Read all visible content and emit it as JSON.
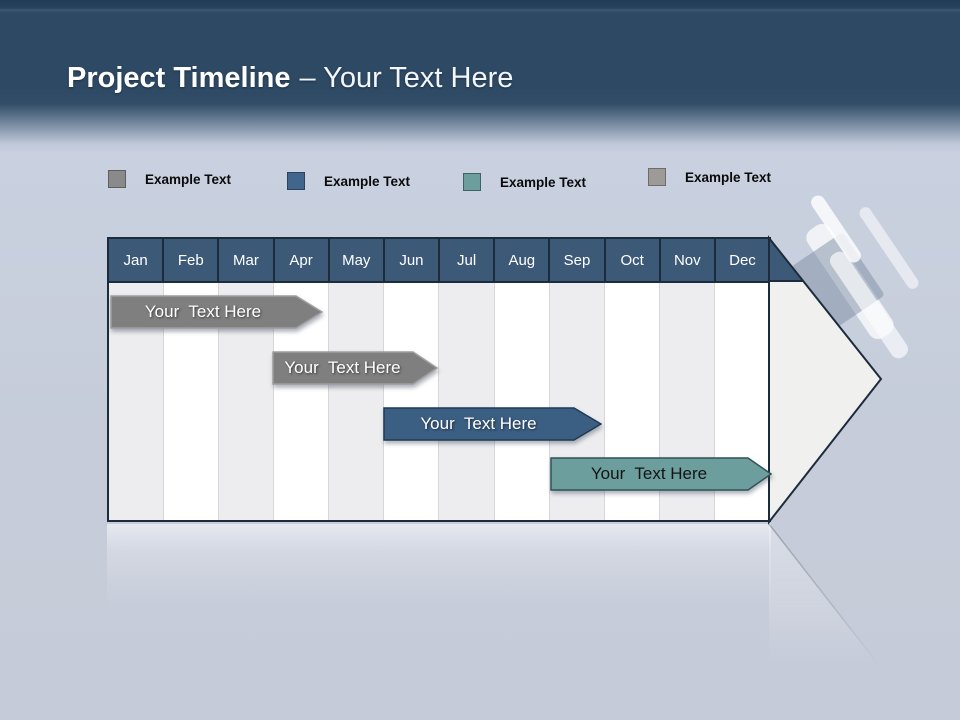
{
  "slide": {
    "title": "Project Timeline – Your Text Here",
    "title_bold": "Project Timeline",
    "title_rest": "– Your Text Here"
  },
  "colors": {
    "header_bar": "#3c5a78",
    "table_border": "#1d2c3c",
    "grid_light_column": "#ededef",
    "grid_white_column": "#ffffff",
    "arrowhead_fill": "#f0f0ee",
    "background_top": "#2d4964",
    "background_bottom": "#c6ccd9"
  },
  "legend": {
    "items": [
      {
        "label": "Example Text",
        "color": "#8a8a8a",
        "border": "#5f5f5f"
      },
      {
        "label": "Example Text",
        "color": "#41658c",
        "border": "#27455f"
      },
      {
        "label": "Example Text",
        "color": "#6d9e9e",
        "border": "#3f6364"
      },
      {
        "label": "Example Text",
        "color": "#9d9b98",
        "border": "#6e6c69"
      }
    ]
  },
  "chart_data": {
    "type": "bar",
    "subtype": "gantt-timeline",
    "title": "Project Timeline – Your Text Here",
    "categories": [
      "Jan",
      "Feb",
      "Mar",
      "Apr",
      "May",
      "Jun",
      "Jul",
      "Aug",
      "Sep",
      "Oct",
      "Nov",
      "Dec"
    ],
    "series": [
      {
        "label": "Your  Text Here",
        "start": "Jan",
        "end": "Apr",
        "row": 1,
        "color": "#7f7f7f",
        "border": "#9e9e9e",
        "text_color": "#ffffff"
      },
      {
        "label": "Your  Text Here",
        "start": "Apr",
        "end": "Jun",
        "row": 2,
        "color": "#7f7f7f",
        "border": "#9e9e9e",
        "text_color": "#ffffff"
      },
      {
        "label": "Your  Text Here",
        "start": "Jun",
        "end": "Sep",
        "row": 3,
        "color": "#3b5e83",
        "border": "#1f3a55",
        "text_color": "#ffffff"
      },
      {
        "label": "Your  Text Here",
        "start": "Sep",
        "end": "Dec",
        "row": 4,
        "color": "#6d9e9e",
        "border": "#2f5356",
        "text_color": "#141414"
      }
    ],
    "legend": [
      "Example Text",
      "Example Text",
      "Example Text",
      "Example Text"
    ],
    "legend_position": "top",
    "grid": true
  }
}
